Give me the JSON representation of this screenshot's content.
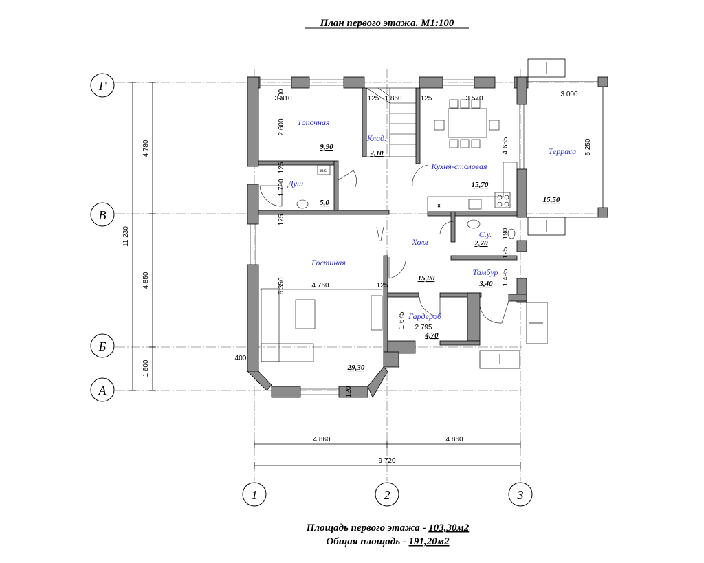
{
  "title": "План первого этажа. М1:100",
  "footer": {
    "floor_area_label": "Площадь первого этажа - ",
    "floor_area_value": "103,30м2",
    "total_area_label": "Общая площадь - ",
    "total_area_value": "191,20м2"
  },
  "axes": {
    "letters": [
      "Г",
      "В",
      "Б",
      "А"
    ],
    "numbers": [
      "1",
      "2",
      "3"
    ]
  },
  "rooms": {
    "boiler": {
      "name": "Топочная",
      "area": "9,90"
    },
    "pantry": {
      "name": "Клад.",
      "area": "2,10"
    },
    "kitchen": {
      "name": "Кухня-столовая",
      "area": "15,70"
    },
    "terrace": {
      "name": "Терраса",
      "area": "15,50"
    },
    "shower": {
      "name": "Душ",
      "area": "5,0"
    },
    "wc": {
      "name": "С.у.",
      "area": "2,70"
    },
    "hall": {
      "name": "Холл",
      "area": "15,00"
    },
    "vestibule": {
      "name": "Тамбур",
      "area": "3,40"
    },
    "living": {
      "name": "Гостиная",
      "area": "29,30"
    },
    "wardrobe": {
      "name": "Гардероб",
      "area": "4,70"
    },
    "boiler_tag": "м.с."
  },
  "dims": {
    "left_total": "11 230",
    "left_g_v": "4 780",
    "left_v_b": "4 850",
    "left_b_a": "1 600",
    "top_boiler": "3 810",
    "top_125a": "125",
    "top_stair": "1 860",
    "top_125b": "125",
    "top_kitchen": "3 570",
    "terrace_w": "3 000",
    "terrace_h": "5 250",
    "boiler_h": "2 600",
    "wall_400a": "400",
    "wall_125a": "125",
    "shower_h": "1 790",
    "wall_125b": "125",
    "living_h": "6 350",
    "living_w": "4 760",
    "living_125": "125",
    "kitchen_h": "4 655",
    "wc_190": "190",
    "wc_125": "125",
    "vest_h": "1 495",
    "wardrobe_h": "1 675",
    "wardrobe_w": "2 795",
    "wall_400b": "400",
    "bay_120": "120",
    "bottom_left": "4 860",
    "bottom_right": "4 860",
    "bottom_total": "9 720"
  },
  "colors": {
    "wall_fill": "#8c8c8c",
    "room_text": "#2b2bd0"
  }
}
